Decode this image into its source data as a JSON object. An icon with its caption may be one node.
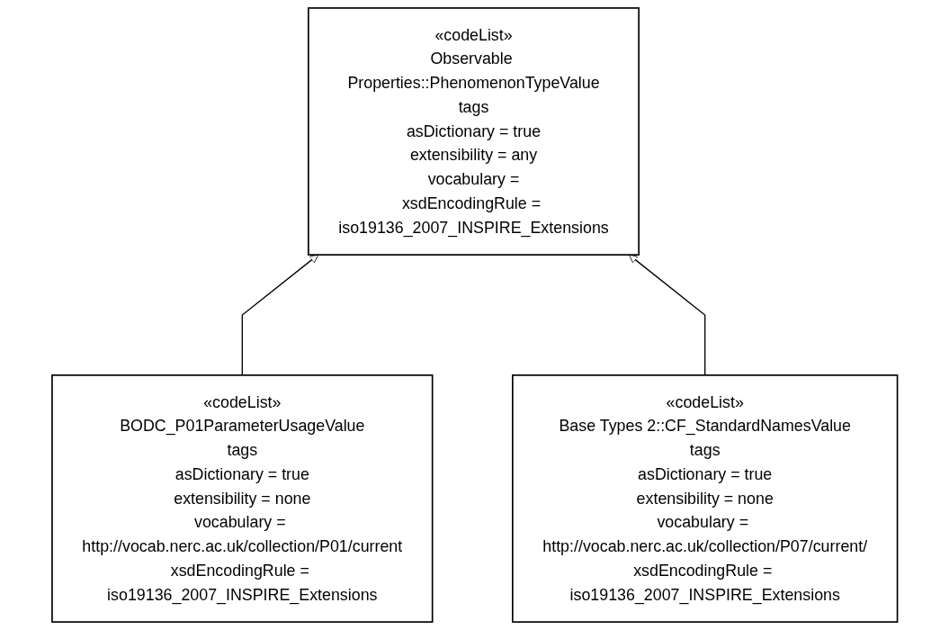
{
  "diagram": {
    "nodes": [
      {
        "text": [
          "«codeList»",
          "Observable Properties::PhenomenonTypeValue",
          "tags",
          "asDictionary = true",
          "extensibility = any",
          "vocabulary =",
          "xsdEncodingRule = iso19136_2007_INSPIRE_Extensions"
        ]
      },
      {
        "text": [
          "«codeList»",
          "BODC_P01ParameterUsageValue",
          "tags",
          "asDictionary = true",
          "extensibility = none",
          "vocabulary = http://vocab.nerc.ac.uk/collection/P01/current",
          "xsdEncodingRule = iso19136_2007_INSPIRE_Extensions"
        ]
      },
      {
        "text": [
          "«codeList»",
          "Base Types 2::CF_StandardNamesValue",
          "tags",
          "asDictionary = true",
          "extensibility = none",
          "vocabulary = http://vocab.nerc.ac.uk/collection/P07/current/",
          "xsdEncodingRule = iso19136_2007_INSPIRE_Extensions"
        ]
      }
    ],
    "edges": [
      {
        "from": 1,
        "to": 0,
        "arrow": "to"
      },
      {
        "from": 2,
        "to": 0,
        "arrow": "to"
      }
    ]
  }
}
